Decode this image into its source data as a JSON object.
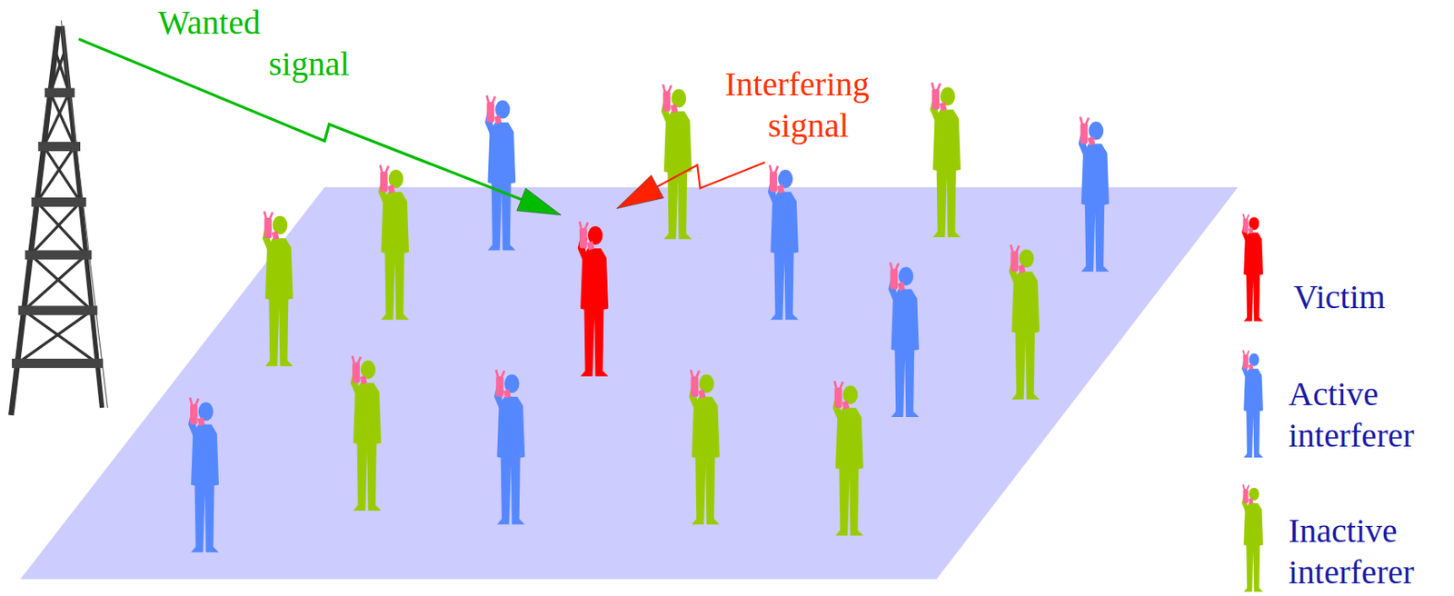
{
  "diagram": {
    "labels": [
      "Wanted signal",
      "Interfering signal"
    ],
    "legend": [
      {
        "text": "Victim",
        "color": "#ff0000"
      },
      {
        "text": "Active interferer",
        "color": "#5588ff"
      },
      {
        "text": "Inactive interferer",
        "color": "#99cc00"
      }
    ]
  }
}
